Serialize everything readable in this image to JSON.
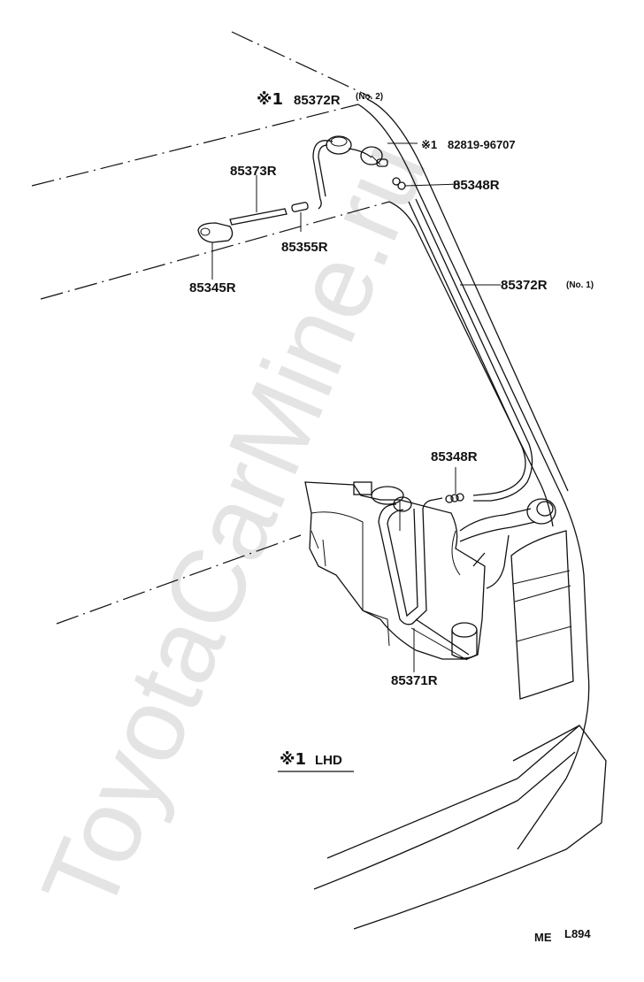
{
  "watermark": "ToyotaCarMine.ru",
  "labels": {
    "hose_no2_prefix": "※1",
    "hose_no2_part": "85372R",
    "hose_no2_suffix": "(No. 2)",
    "jet_prefix": "※1",
    "jet_part": "82819-96707",
    "connector_top": "85348R",
    "tube": "85373R",
    "joint": "85355R",
    "nozzle": "85345R",
    "hose_no1_part": "85372R",
    "hose_no1_suffix": "(No. 1)",
    "connector_bottom": "85348R",
    "reservoir": "85371R"
  },
  "note": {
    "mark": "※1",
    "text": "LHD"
  },
  "footer": {
    "code": "ME",
    "ref": "L894"
  }
}
